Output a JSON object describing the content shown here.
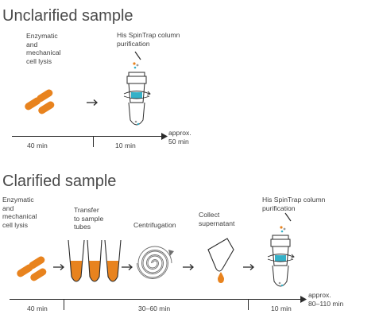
{
  "colors": {
    "orange": "#e8831e",
    "cyan": "#35b1c8",
    "line": "#2b2b2b",
    "text": "#3e3e3e"
  },
  "unclarified": {
    "title": "Unclarified sample",
    "lysis_label": "Enzymatic\nand\nmechanical\ncell lysis",
    "spin_label": "His SpinTrap column\npurification",
    "times": [
      "40 min",
      "10 min"
    ],
    "total": "approx.\n50 min"
  },
  "clarified": {
    "title": "Clarified sample",
    "lysis_label": "Enzymatic\nand\nmechanical\ncell lysis",
    "transfer_label": "Transfer\nto sample\ntubes",
    "centrifugation_label": "Centrifugation",
    "collect_label": "Collect\nsupernatant",
    "spin_label": "His SpinTrap column\npurification",
    "times": [
      "40 min",
      "30–60 min",
      "10 min"
    ],
    "total": "approx.\n80–110 min"
  },
  "icons": {
    "cells": "bacteria-cells-icon",
    "arrow": "right-arrow-icon",
    "column": "spin-column-icon",
    "tubes": "sample-tubes-icon",
    "centrifuge": "centrifugation-spiral-icon",
    "supernatant": "collect-supernatant-icon"
  }
}
